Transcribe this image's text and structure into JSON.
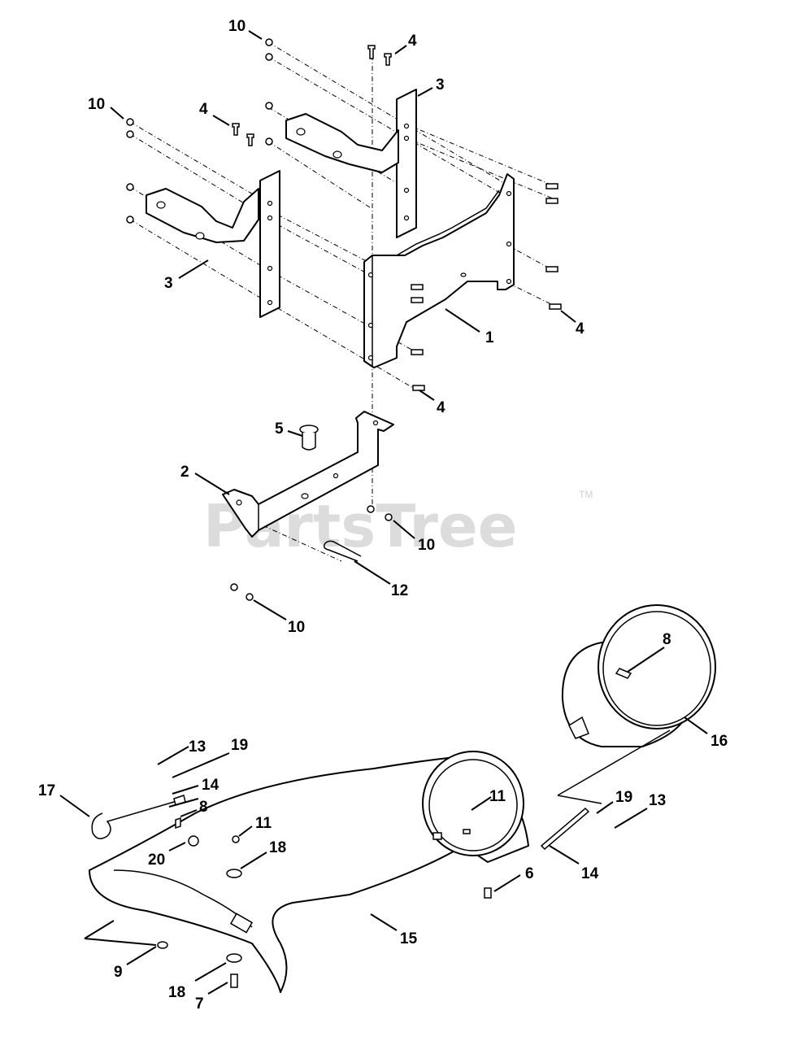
{
  "watermark": {
    "brand": "PartsTree",
    "trademark": "TM"
  },
  "callouts": {
    "c1": "1",
    "c2": "2",
    "c3a": "3",
    "c3b": "3",
    "c4a": "4",
    "c4b": "4",
    "c4c": "4",
    "c4d": "4",
    "c5": "5",
    "c6": "6",
    "c7": "7",
    "c8a": "8",
    "c8b": "8",
    "c9": "9",
    "c10a": "10",
    "c10b": "10",
    "c10c": "10",
    "c10d": "10",
    "c11a": "11",
    "c11b": "11",
    "c12": "12",
    "c13a": "13",
    "c13b": "13",
    "c14a": "14",
    "c14b": "14",
    "c15": "15",
    "c16": "16",
    "c17": "17",
    "c18a": "18",
    "c18b": "18",
    "c19a": "19",
    "c19b": "19",
    "c20": "20"
  }
}
